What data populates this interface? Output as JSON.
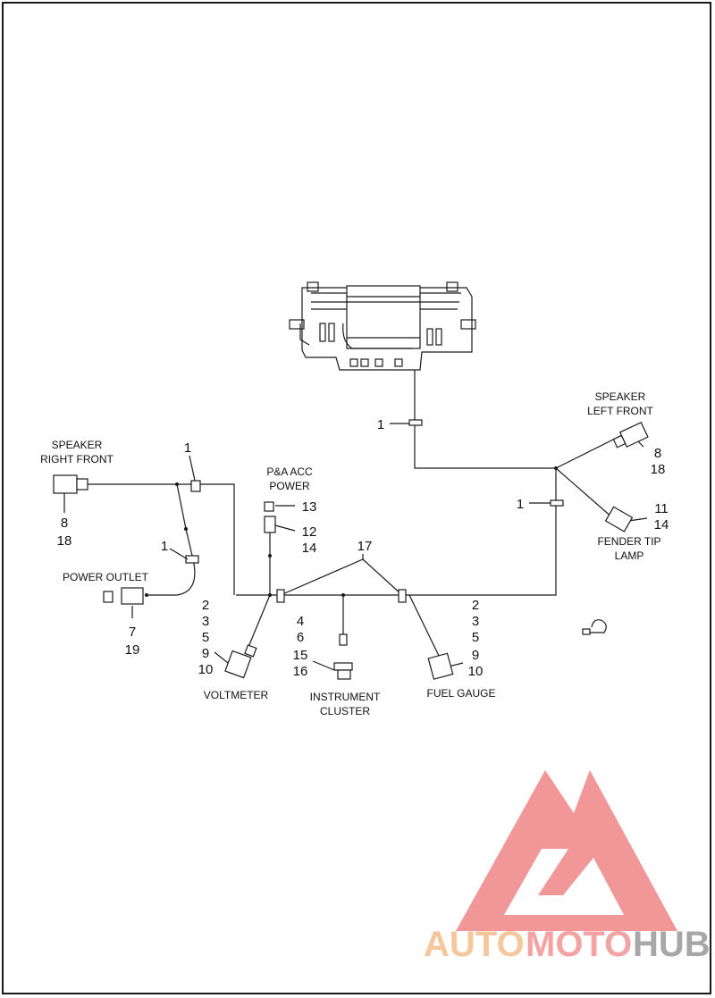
{
  "labels": {
    "speaker_right_front": [
      "SPEAKER",
      "RIGHT FRONT"
    ],
    "speaker_left_front": [
      "SPEAKER",
      "LEFT FRONT"
    ],
    "pa_acc_power": [
      "P&A ACC",
      "POWER"
    ],
    "power_outlet": "POWER OUTLET",
    "voltmeter": "VOLTMETER",
    "instrument_cluster": [
      "INSTRUMENT",
      "CLUSTER"
    ],
    "fuel_gauge": "FUEL GAUGE",
    "fender_tip_lamp": [
      "FENDER TIP",
      "LAMP"
    ]
  },
  "callouts": {
    "clip_top": "1",
    "clip_right_front": "1",
    "clip_left_lower": "1",
    "clip_right_side": "1",
    "speaker_right_nums": [
      "8",
      "18"
    ],
    "speaker_left_nums": [
      "8",
      "18"
    ],
    "power_outlet_nums": [
      "7",
      "19"
    ],
    "pa_acc_13": "13",
    "pa_acc_12_14": [
      "12",
      "14"
    ],
    "junction_17": "17",
    "voltmeter_nums": [
      "2",
      "3",
      "5",
      "9",
      "10"
    ],
    "cluster_nums": [
      "4",
      "6",
      "15",
      "16"
    ],
    "fuel_gauge_nums": [
      "2",
      "3",
      "5",
      "9",
      "10"
    ],
    "fender_tip_nums": [
      "11",
      "14"
    ]
  },
  "watermark": {
    "part1": "AUTO",
    "part2": "MOTO",
    "part3": "HUB",
    "color_auto": "#f6c79a",
    "color_moto": "#f4a3a3",
    "color_hub": "#a7a7a7",
    "logo_color": "#f08c8c"
  }
}
